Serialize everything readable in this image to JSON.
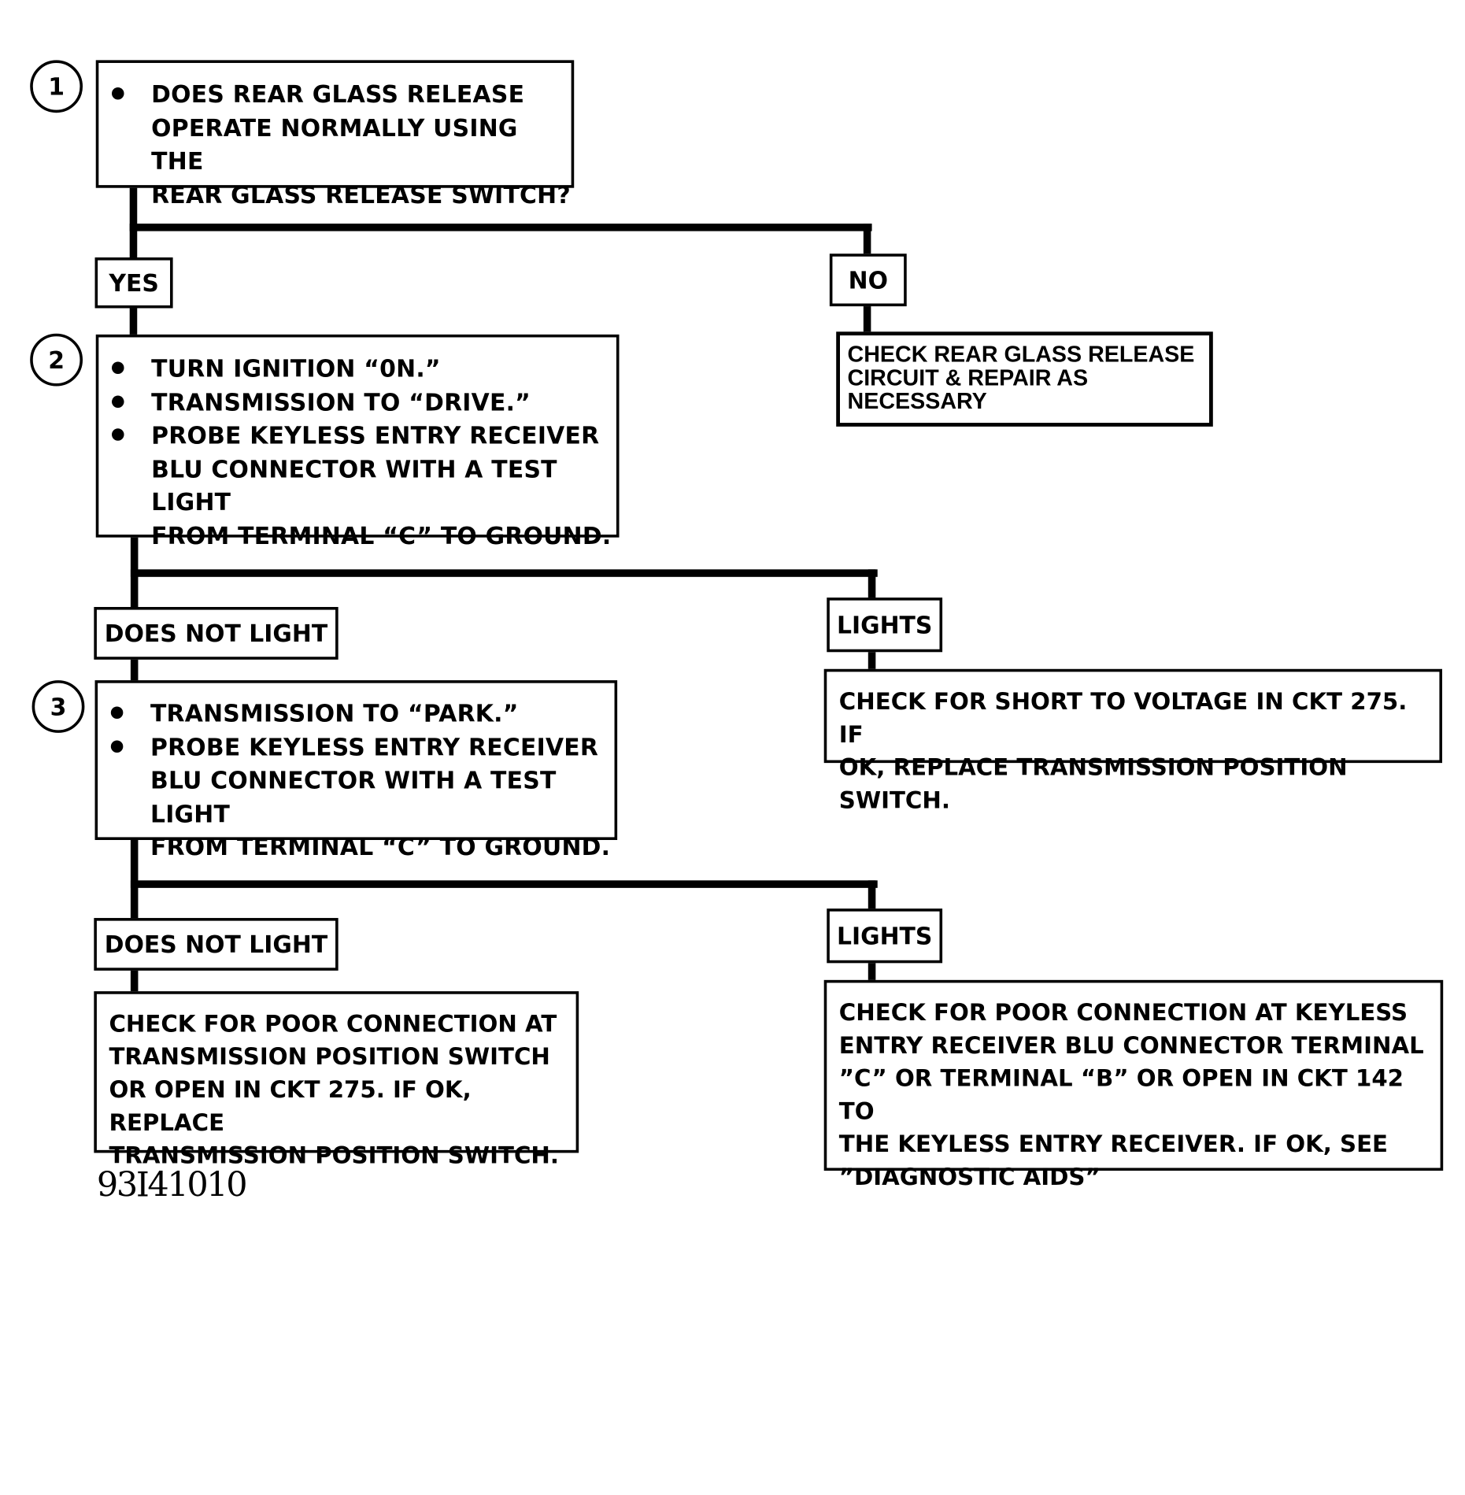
{
  "steps": [
    {
      "number": "1",
      "bullets": [
        "DOES REAR GLASS RELEASE\nOPERATE NORMALLY USING THE\nREAR GLASS RELEASE SWITCH?"
      ]
    },
    {
      "number": "2",
      "bullets": [
        "TURN IGNITION “0N.”",
        "TRANSMISSION TO “DRIVE.”",
        "PROBE KEYLESS ENTRY RECEIVER\nBLU CONNECTOR WITH A TEST LIGHT\nFROM TERMINAL “C” TO GROUND."
      ]
    },
    {
      "number": "3",
      "bullets": [
        "TRANSMISSION TO “PARK.”",
        "PROBE KEYLESS ENTRY RECEIVER\nBLU CONNECTOR WITH A TEST LIGHT\nFROM TERMINAL “C” TO GROUND."
      ]
    }
  ],
  "branches": {
    "yes": "YES",
    "no": "NO",
    "does_not_light_1": "DOES NOT LIGHT",
    "lights_1": "LIGHTS",
    "does_not_light_2": "DOES NOT LIGHT",
    "lights_2": "LIGHTS"
  },
  "actions": {
    "check_release_circuit": "CHECK REAR GLASS RELEASE\nCIRCUIT & REPAIR AS\nNECESSARY",
    "short_to_voltage": "CHECK FOR SHORT TO VOLTAGE IN CKT 275.  IF\nOK, REPLACE TRANSMISSION POSITION SWITCH.",
    "poor_connection_switch": "CHECK FOR POOR CONNECTION AT\nTRANSMISSION POSITION SWITCH\nOR OPEN IN CKT 275.  IF OK, REPLACE\nTRANSMISSION POSITION SWITCH.",
    "poor_connection_receiver": "CHECK FOR POOR CONNECTION AT KEYLESS\nENTRY RECEIVER BLU CONNECTOR TERMINAL\n”C” OR TERMINAL “B” OR OPEN IN CKT 142 TO\nTHE KEYLESS ENTRY RECEIVER.  IF OK,  SEE\n”DIAGNOSTIC AIDS”"
  },
  "figure_id": "93I41010"
}
